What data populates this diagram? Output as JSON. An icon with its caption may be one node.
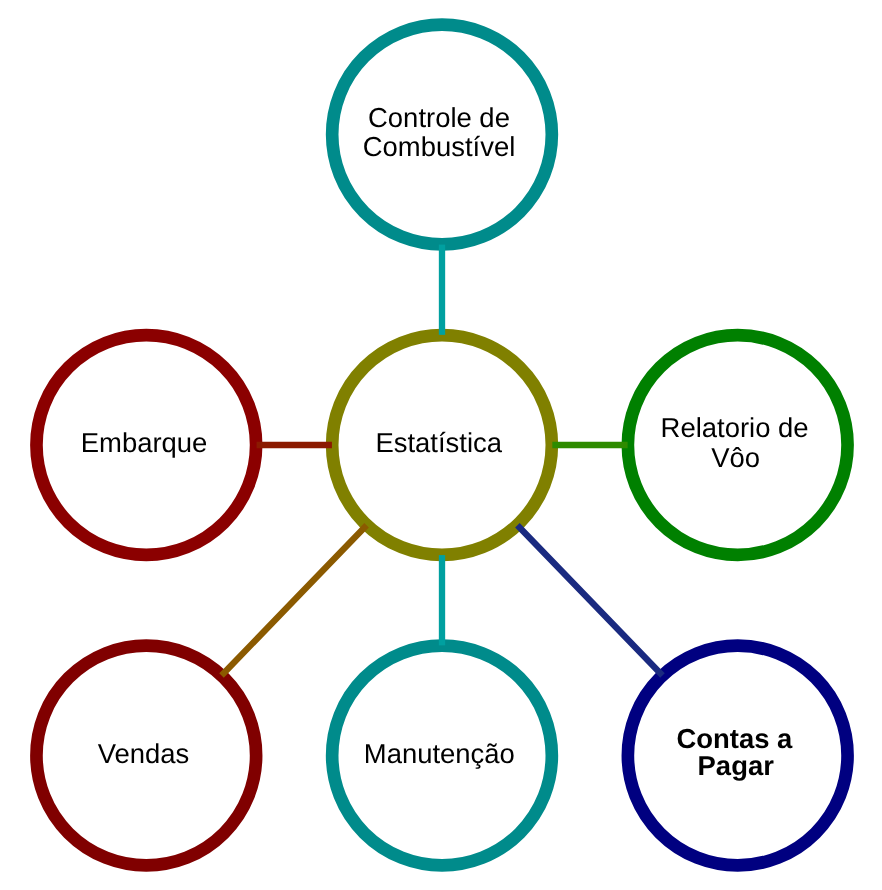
{
  "diagram": {
    "nodes": [
      {
        "text": [
          "Controle de Combustível"
        ]
      },
      {
        "text": [
          "Embarque"
        ]
      },
      {
        "text": [
          "Estatística"
        ]
      },
      {
        "text": [
          "Relatorio de Vôo"
        ]
      },
      {
        "text": [
          "Vendas"
        ]
      },
      {
        "text": [
          "Manutenção"
        ]
      },
      {
        "text": [
          "Contas a Pagar"
        ]
      }
    ],
    "edges": [
      {
        "from": 0,
        "to": 2,
        "arrow": "none",
        "color": "#00a0a0"
      },
      {
        "from": 1,
        "to": 2,
        "arrow": "none",
        "color": "#8b1a00"
      },
      {
        "from": 2,
        "to": 3,
        "arrow": "none",
        "color": "#2e8b00"
      },
      {
        "from": 2,
        "to": 4,
        "arrow": "none",
        "color": "#8b5a00"
      },
      {
        "from": 2,
        "to": 5,
        "arrow": "none",
        "color": "#00a0a0"
      },
      {
        "from": 2,
        "to": 6,
        "arrow": "none",
        "color": "#1a2a80"
      }
    ]
  }
}
